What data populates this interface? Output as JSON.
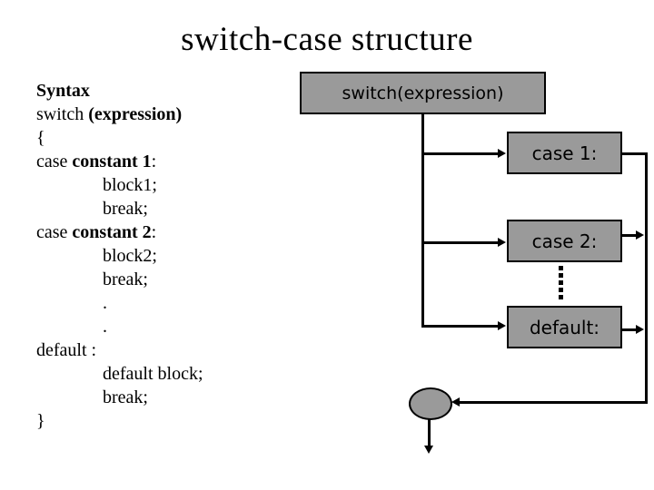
{
  "slide": {
    "title": "switch-case structure",
    "background": "#ffffff"
  },
  "syntax": {
    "lines": [
      {
        "pre": "",
        "bold": "Syntax",
        "post": "",
        "indent": 0
      },
      {
        "pre": "switch ",
        "bold": "(expression)",
        "post": "",
        "indent": 0
      },
      {
        "pre": "{",
        "bold": "",
        "post": "",
        "indent": 0
      },
      {
        "pre": "case ",
        "bold": "constant 1",
        "post": ":",
        "indent": 0
      },
      {
        "pre": "block1;",
        "bold": "",
        "post": "",
        "indent": 1
      },
      {
        "pre": "break;",
        "bold": "",
        "post": "",
        "indent": 1
      },
      {
        "pre": "case ",
        "bold": "constant 2",
        "post": ":",
        "indent": 0
      },
      {
        "pre": "block2;",
        "bold": "",
        "post": "",
        "indent": 1
      },
      {
        "pre": "break;",
        "bold": "",
        "post": "",
        "indent": 1
      },
      {
        "pre": ".",
        "bold": "",
        "post": "",
        "indent": 1
      },
      {
        "pre": ".",
        "bold": "",
        "post": "",
        "indent": 1
      },
      {
        "pre": "default :",
        "bold": "",
        "post": "",
        "indent": 0
      },
      {
        "pre": "default block;",
        "bold": "",
        "post": "",
        "indent": 1
      },
      {
        "pre": "break;",
        "bold": "",
        "post": "",
        "indent": 1
      },
      {
        "pre": "}",
        "bold": "",
        "post": "",
        "indent": 0
      }
    ]
  },
  "diagram": {
    "switch_box_label": "switch(expression)",
    "case1_label": "case 1:",
    "case2_label": "case 2:",
    "default_label": "default:",
    "box_fill": "#9a9a9a",
    "box_border": "#000000",
    "connector_color": "#000000"
  }
}
